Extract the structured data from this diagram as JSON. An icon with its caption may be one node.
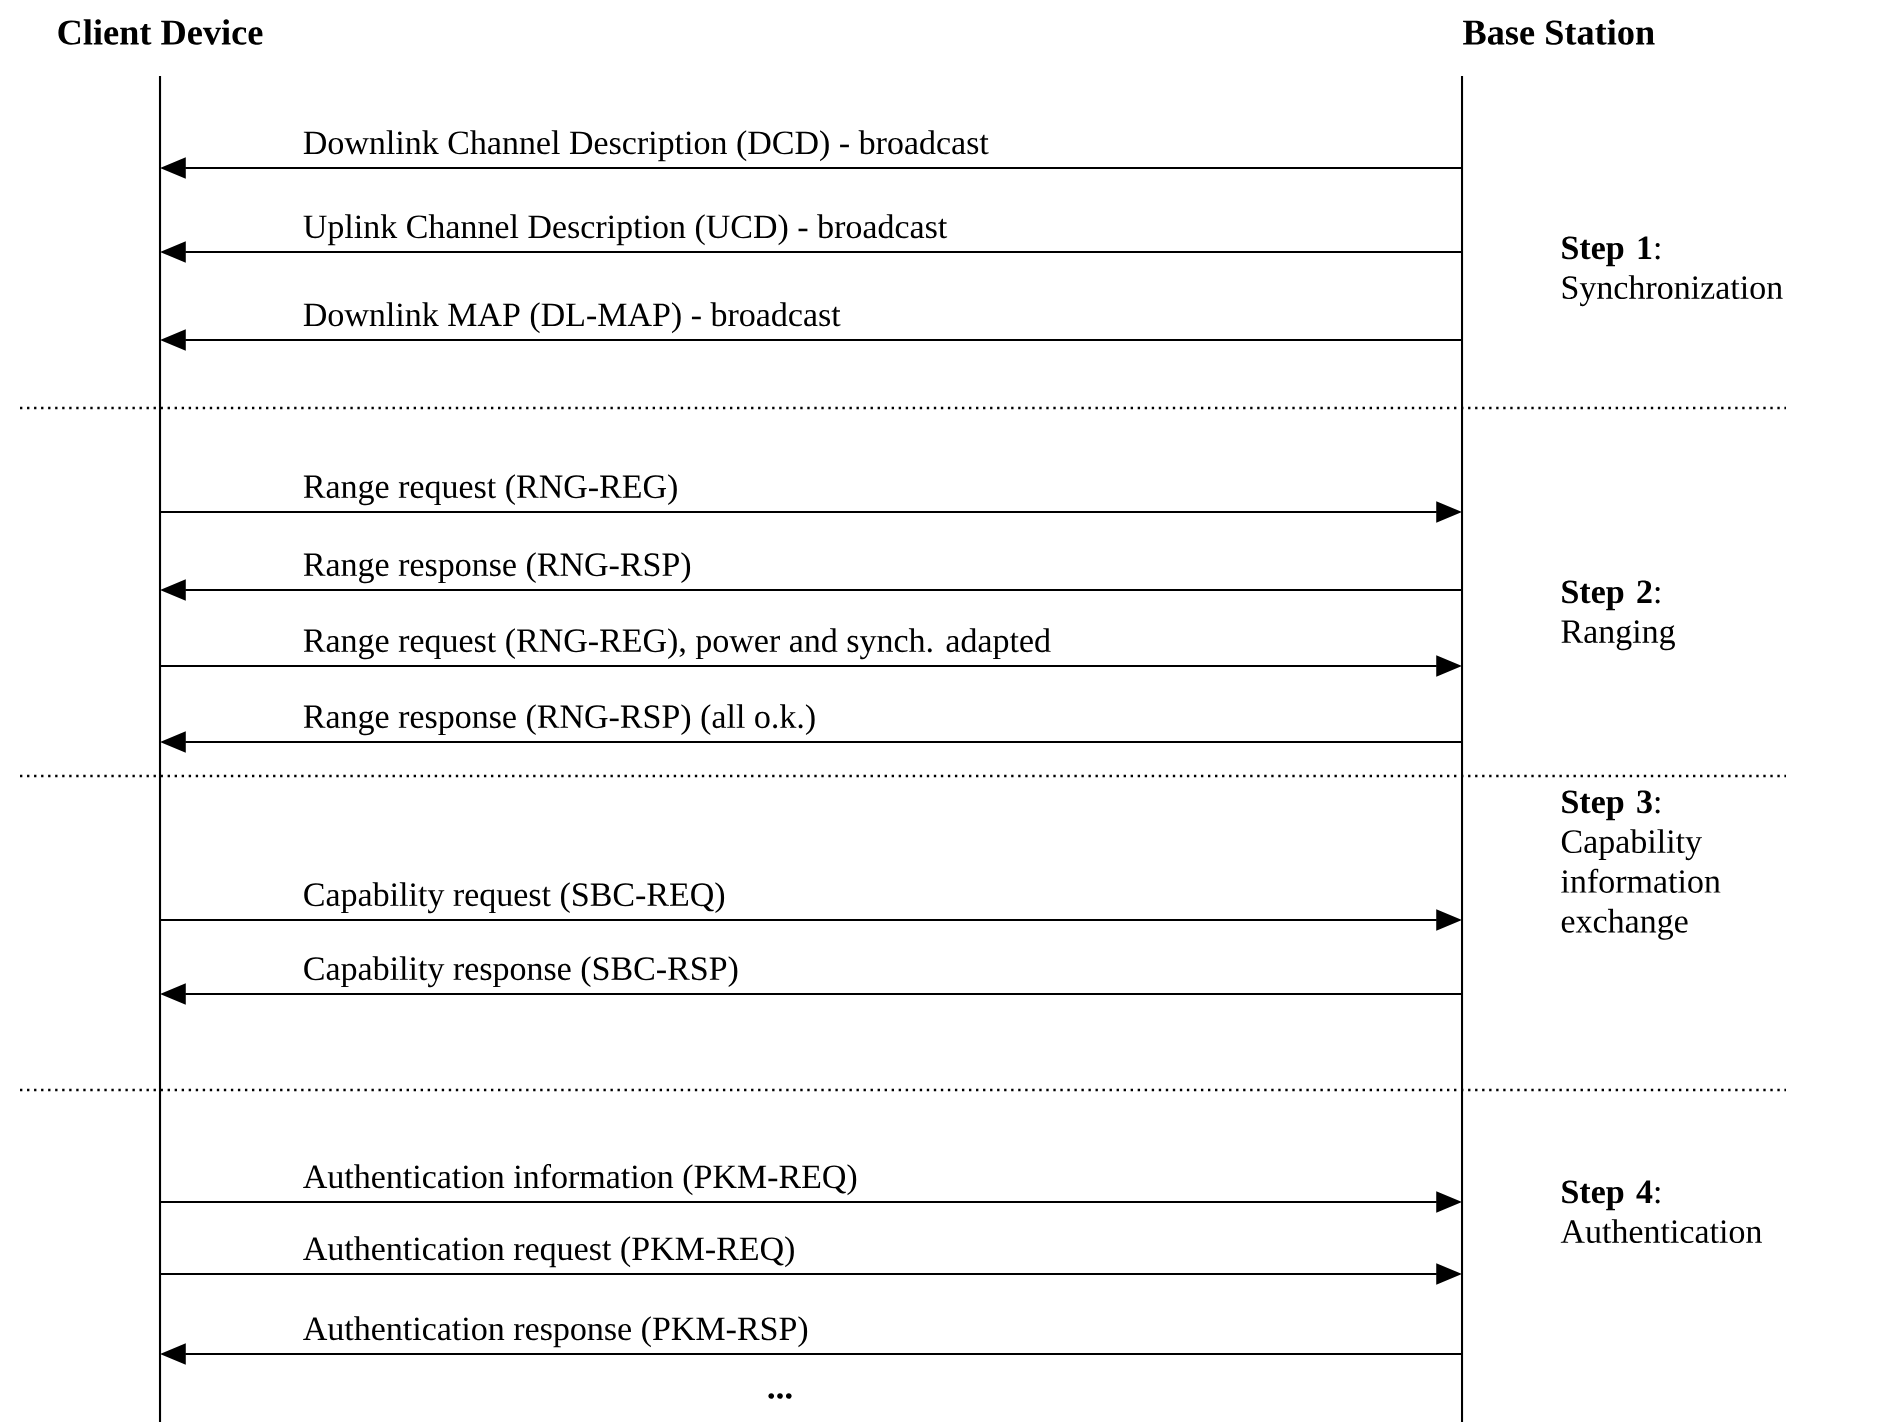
{
  "diagram": {
    "nodes": [
      {
        "text": [
          "Client Device"
        ]
      },
      {
        "text": [
          "Base Station"
        ]
      }
    ],
    "edges": [
      {
        "from": 1,
        "to": 0,
        "arrow": "to",
        "label": "Downlink Channel Description (DCD) - broadcast"
      },
      {
        "from": 1,
        "to": 0,
        "arrow": "to",
        "label": "Uplink Channel Description (UCD) - broadcast"
      },
      {
        "from": 1,
        "to": 0,
        "arrow": "to",
        "label": "Downlink MAP (DL-MAP) - broadcast"
      },
      {
        "from": 0,
        "to": 1,
        "arrow": "to",
        "label": "Range request (RNG-REG)"
      },
      {
        "from": 1,
        "to": 0,
        "arrow": "to",
        "label": "Range response (RNG-RSP)"
      },
      {
        "from": 0,
        "to": 1,
        "arrow": "to",
        "label": "Range request (RNG-REG), power and synch. adapted"
      },
      {
        "from": 1,
        "to": 0,
        "arrow": "to",
        "label": "Range response (RNG-RSP) (all o.k.)"
      },
      {
        "from": 0,
        "to": 1,
        "arrow": "to",
        "label": "Capability request (SBC-REQ)"
      },
      {
        "from": 1,
        "to": 0,
        "arrow": "to",
        "label": "Capability response (SBC-RSP)"
      },
      {
        "from": 0,
        "to": 1,
        "arrow": "to",
        "label": "Authentication information (PKM-REQ)"
      },
      {
        "from": 0,
        "to": 1,
        "arrow": "to",
        "label": "Authentication request (PKM-REQ)"
      },
      {
        "from": 1,
        "to": 0,
        "arrow": "to",
        "label": "Authentication response (PKM-RSP)"
      }
    ],
    "labels": [
      "**Step 1**: Synchronization",
      "**Step 2**: Ranging",
      "**Step 3**: Capability information exchange",
      "**Step 4**: Authentication",
      "..."
    ]
  }
}
